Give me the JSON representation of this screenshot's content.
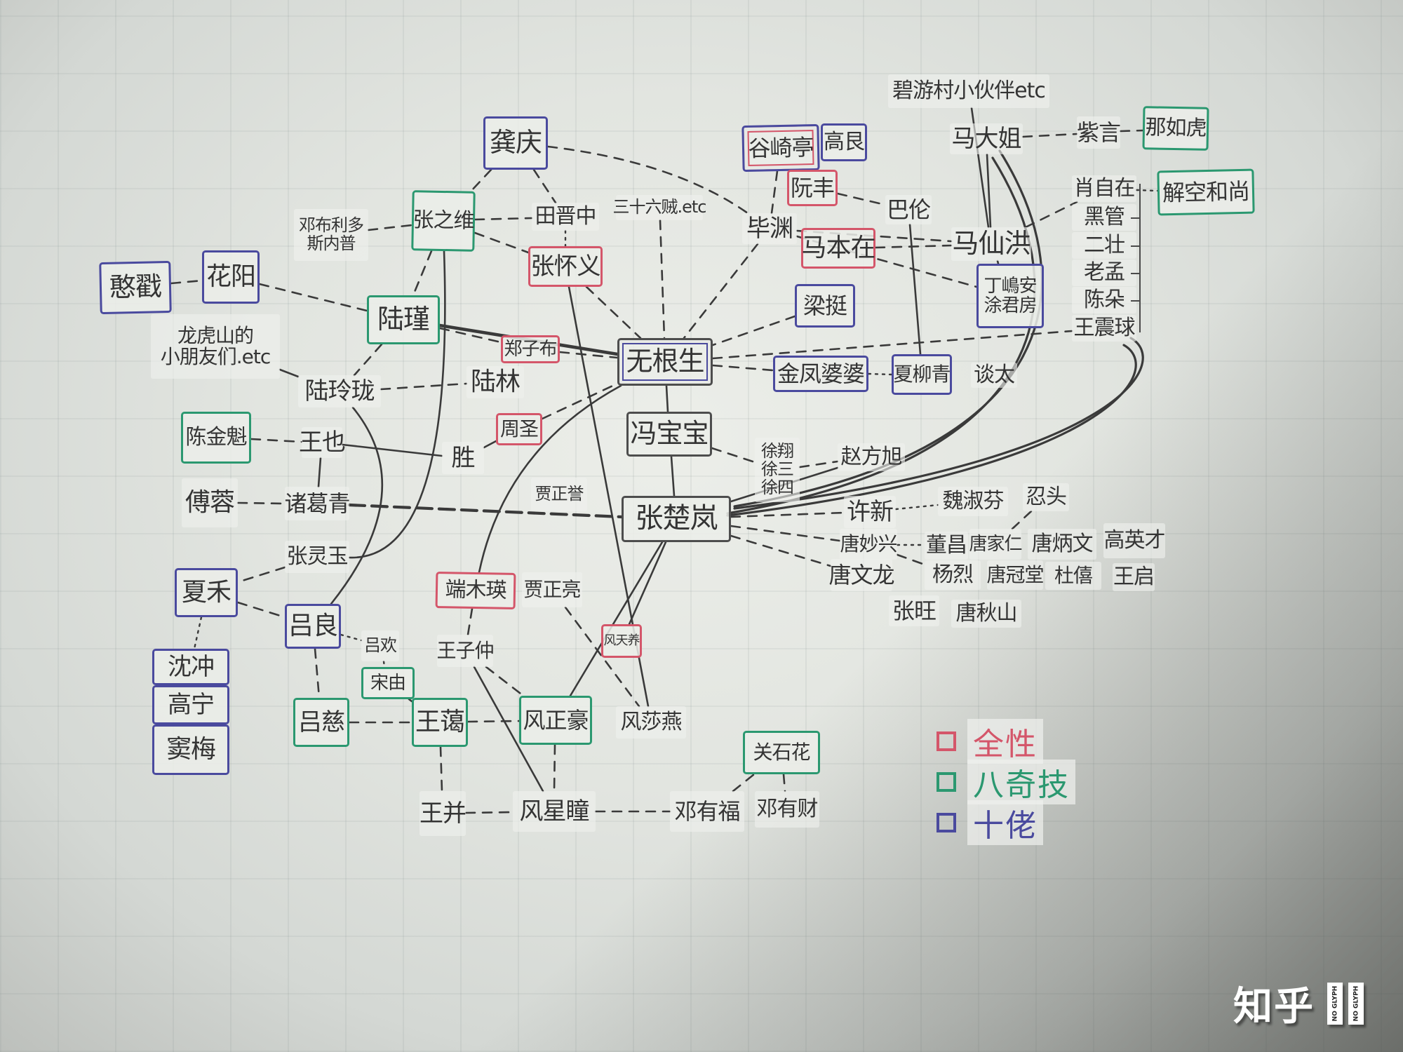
{
  "diagram": {
    "nodes": {
      "biyou": "碧游村小伙伴etc",
      "madajie": "马大姐",
      "ziyan": "紫言",
      "naruhu": "那如虎",
      "jiekong": "解空和尚",
      "xiaozizai": "肖自在",
      "heiguan": "黑管",
      "erzhuang": "二壮",
      "laomeng": "老孟",
      "chenduo": "陈朵",
      "wangzhenqiu": "王震球",
      "maxianhong": "马仙洪",
      "dingdaoan": [
        "丁嶋安",
        "涂君房"
      ],
      "balun": "巴伦",
      "ruanfeng": "阮丰",
      "guqiting": "谷崎亭",
      "gaogen": "高艮",
      "biyuan": "毕渊",
      "mabenzai": "马本在",
      "liangting": "梁挺",
      "jinfengpopo": "金凤婆婆",
      "xialiuqing": "夏柳青",
      "tantai": "谈太",
      "sanshiliuzei": "三十六贼.etc",
      "tianjinzhong": "田晋中",
      "gongqing": "龚庆",
      "zhangzhiwei": "张之维",
      "dengbuliduo": [
        "邓布利多",
        "斯内普"
      ],
      "hanchuo": "憨戳",
      "huayang": "花阳",
      "zhanghuaiyi": "张怀义",
      "lujin": "陆瑾",
      "longhushan": [
        "龙虎山的",
        "小朋友们.etc"
      ],
      "zhengzibu": "郑子布",
      "wugensheng": "无根生",
      "lulinglong": "陆玲珑",
      "lulin": "陆林",
      "chenjinkui": "陈金魁",
      "wangye": "王也",
      "zhousheng": "周圣",
      "sheng": "胜",
      "fengbaobao": "冯宝宝",
      "xu": [
        "徐翔",
        "徐三",
        "徐四"
      ],
      "zhaofangxu": "赵方旭",
      "furong": "傅蓉",
      "zhugeqing": "诸葛青",
      "jiazhengyu": "贾正誉",
      "zhangchulan": "张楚岚",
      "xuxin": "许新",
      "weishufen": "魏淑芬",
      "rentou": "忍头",
      "tangmiaoxing": "唐妙兴",
      "dongchang": "董昌",
      "tangjiaren": "唐家仁",
      "tangbingwen": "唐炳文",
      "gaoyingcai": "高英才",
      "tangwenlong": "唐文龙",
      "yanglie": "杨烈",
      "tangguantang": "唐冠堂",
      "duxi": "杜僖",
      "wangqi": "王启",
      "zhangwang": "张旺",
      "tangqiushan": "唐秋山",
      "zhanglingyu": "张灵玉",
      "xiahe": "夏禾",
      "lvliang": "吕良",
      "lvhuan": "吕欢",
      "songyou": "宋由",
      "shenchong": "沈冲",
      "gaoning": "高宁",
      "doumei": "窦梅",
      "lvci": "吕慈",
      "wangai": "王蔼",
      "duanmuying": "端木瑛",
      "jiazhengliang": "贾正亮",
      "fengtianyang": "风天养",
      "wangzizhong": "王子仲",
      "fengzhenghao": "风正豪",
      "fengshayan": "风莎燕",
      "guanshihua": "关石花",
      "wangbing": "王并",
      "fengxingtong": "风星瞳",
      "dengyoufu": "邓有福",
      "dengyoucai": "邓有财"
    },
    "edges": [
      {
        "from": "lujin",
        "to": "wugensheng",
        "style": "thick"
      },
      {
        "from": "zhangzhiwei",
        "to": "zhanglingyu",
        "style": "solid",
        "via": [
          [
            648,
            800
          ]
        ]
      },
      {
        "from": "wangye",
        "to": "sheng",
        "style": "solid"
      },
      {
        "from": "sheng",
        "to": "zhousheng",
        "style": "solid"
      },
      {
        "from": "zhanghuaiyi",
        "to": "fengshayan",
        "style": "solid"
      },
      {
        "from": "wugensheng",
        "to": "fengbaobao",
        "style": "solid"
      },
      {
        "from": "fengbaobao",
        "to": "zhangchulan",
        "style": "solid"
      },
      {
        "from": "zhangchulan",
        "to": "madajie",
        "style": "double",
        "via": [
          [
            1500,
            650
          ],
          [
            1545,
            420
          ]
        ]
      },
      {
        "from": "zhangchulan",
        "to": "wangzhenqiu",
        "style": "double",
        "via": [
          [
            1600,
            660
          ],
          [
            1665,
            520
          ]
        ]
      },
      {
        "from": "zhangchulan",
        "to": "zhaofangxu",
        "style": "solid"
      },
      {
        "from": "madajie",
        "to": "maxianhong",
        "style": "solid"
      },
      {
        "from": "biyou",
        "to": "maxianhong",
        "style": "solid"
      },
      {
        "from": "balun",
        "to": "xialiuqing",
        "style": "solid"
      },
      {
        "from": "duanmuying",
        "to": "wugensheng",
        "style": "solid",
        "via": [
          [
            720,
            640
          ]
        ]
      },
      {
        "from": "wangzizhong",
        "to": "fengxingtong",
        "style": "solid"
      },
      {
        "from": "fengzhenghao",
        "to": "zhangchulan",
        "style": "solid"
      },
      {
        "from": "fengtianyang",
        "to": "zhangchulan",
        "style": "solid"
      },
      {
        "from": "wangye",
        "to": "zhugeqing",
        "style": "solid"
      },
      {
        "from": "longhushan",
        "to": "lulinglong",
        "style": "solid"
      },
      {
        "from": "lulinglong",
        "to": "lvliang",
        "style": "solid",
        "via": [
          [
            600,
            700
          ]
        ]
      },
      {
        "from": "zhugeqing",
        "to": "zhangchulan",
        "style": "thickdash"
      },
      {
        "from": "hanchuo",
        "to": "huayang",
        "style": "dashed"
      },
      {
        "from": "huayang",
        "to": "lujin",
        "style": "dashed"
      },
      {
        "from": "dengbuliduo",
        "to": "zhangzhiwei",
        "style": "dashed"
      },
      {
        "from": "zhangzhiwei",
        "to": "tianjinzhong",
        "style": "dashed"
      },
      {
        "from": "zhangzhiwei",
        "to": "lujin",
        "style": "dashed"
      },
      {
        "from": "zhangzhiwei",
        "to": "zhanghuaiyi",
        "style": "dashed"
      },
      {
        "from": "gongqing",
        "to": "zhangzhiwei",
        "style": "dashed"
      },
      {
        "from": "gongqing",
        "to": "tianjinzhong",
        "style": "dashed"
      },
      {
        "from": "gongqing",
        "to": "biyuan",
        "style": "dashed",
        "via": [
          [
            960,
            230
          ]
        ]
      },
      {
        "from": "tianjinzhong",
        "to": "zhanghuaiyi",
        "style": "dotted"
      },
      {
        "from": "zhanghuaiyi",
        "to": "wugensheng",
        "style": "dashed"
      },
      {
        "from": "sanshiliuzei",
        "to": "wugensheng",
        "style": "dashed"
      },
      {
        "from": "biyuan",
        "to": "wugensheng",
        "style": "dashed"
      },
      {
        "from": "guqiting",
        "to": "biyuan",
        "style": "dashed"
      },
      {
        "from": "ruanfeng",
        "to": "balun",
        "style": "dashed"
      },
      {
        "from": "biyuan",
        "to": "maxianhong",
        "style": "dashed"
      },
      {
        "from": "biyuan",
        "to": "dingdaoan",
        "style": "dashed"
      },
      {
        "from": "mabenzai",
        "to": "maxianhong",
        "style": "dashed"
      },
      {
        "from": "maxianhong",
        "to": "xiaozizai",
        "style": "dashed"
      },
      {
        "from": "maxianhong",
        "to": "dingdaoan",
        "style": "dashed"
      },
      {
        "from": "liangting",
        "to": "wugensheng",
        "style": "dashed"
      },
      {
        "from": "madajie",
        "to": "ziyan",
        "style": "dashed"
      },
      {
        "from": "ziyan",
        "to": "naruhu",
        "style": "dashed"
      },
      {
        "from": "xiaozizai",
        "to": "jiekong",
        "style": "dotted"
      },
      {
        "from": "wugensheng",
        "to": "jinfengpopo",
        "style": "dashed"
      },
      {
        "from": "jinfengpopo",
        "to": "xialiuqing",
        "style": "dotted"
      },
      {
        "from": "wugensheng",
        "to": "wangzhenqiu",
        "style": "dashed"
      },
      {
        "from": "zhengzibu",
        "to": "wugensheng",
        "style": "dashed"
      },
      {
        "from": "lujin",
        "to": "zhengzibu",
        "style": "dashed"
      },
      {
        "from": "lujin",
        "to": "lulinglong",
        "style": "dashed"
      },
      {
        "from": "lulinglong",
        "to": "lulin",
        "style": "dashed"
      },
      {
        "from": "zhousheng",
        "to": "wugensheng",
        "style": "dashed"
      },
      {
        "from": "chenjinkui",
        "to": "wangye",
        "style": "dashed"
      },
      {
        "from": "furong",
        "to": "zhugeqing",
        "style": "dashed"
      },
      {
        "from": "zhanglingyu",
        "to": "xiahe",
        "style": "dashed"
      },
      {
        "from": "xiahe",
        "to": "lvliang",
        "style": "dashed"
      },
      {
        "from": "xiahe",
        "to": "shenchong",
        "style": "dotted"
      },
      {
        "from": "lvliang",
        "to": "lvhuan",
        "style": "dotted"
      },
      {
        "from": "lvliang",
        "to": "lvci",
        "style": "dashed"
      },
      {
        "from": "lvhuan",
        "to": "songyou",
        "style": "dotted"
      },
      {
        "from": "lvci",
        "to": "wangai",
        "style": "dashed"
      },
      {
        "from": "songyou",
        "to": "wangai",
        "style": "dashed"
      },
      {
        "from": "wangai",
        "to": "fengzhenghao",
        "style": "dashed"
      },
      {
        "from": "duanmuying",
        "to": "wangzizhong",
        "style": "dashed"
      },
      {
        "from": "wangzizhong",
        "to": "fengzhenghao",
        "style": "dashed"
      },
      {
        "from": "jiazhengliang",
        "to": "fengshayan",
        "style": "dashed"
      },
      {
        "from": "wangai",
        "to": "wangbing",
        "style": "dashed"
      },
      {
        "from": "wangbing",
        "to": "fengxingtong",
        "style": "dashed"
      },
      {
        "from": "fengzhenghao",
        "to": "fengxingtong",
        "style": "dashed"
      },
      {
        "from": "fengxingtong",
        "to": "dengyoufu",
        "style": "dashed"
      },
      {
        "from": "dengyoufu",
        "to": "guanshihua",
        "style": "dashed"
      },
      {
        "from": "guanshihua",
        "to": "dengyoucai",
        "style": "dashed"
      },
      {
        "from": "fengbaobao",
        "to": "xu",
        "style": "dashed"
      },
      {
        "from": "xu",
        "to": "zhaofangxu",
        "style": "dashed"
      },
      {
        "from": "zhangchulan",
        "to": "xuxin",
        "style": "dashed"
      },
      {
        "from": "zhangchulan",
        "to": "tangmiaoxing",
        "style": "dashed"
      },
      {
        "from": "zhangchulan",
        "to": "tangwenlong",
        "style": "dashed"
      },
      {
        "from": "xuxin",
        "to": "weishufen",
        "style": "dotted"
      },
      {
        "from": "tangmiaoxing",
        "to": "dongchang",
        "style": "dotted"
      },
      {
        "from": "tangmiaoxing",
        "to": "yanglie",
        "style": "dashed"
      },
      {
        "from": "rentou",
        "to": "tangjiaren",
        "style": "dashed"
      }
    ]
  },
  "legend": {
    "items": [
      {
        "symbol": "口",
        "label": "全性",
        "color": "#d4566a"
      },
      {
        "symbol": "口",
        "label": "八奇技",
        "color": "#2b9870"
      },
      {
        "symbol": "口",
        "label": "十佬",
        "color": "#4a4a9e"
      }
    ]
  },
  "watermark": {
    "text": "知乎",
    "badges": [
      "NO GLYPH",
      "NO GLYPH"
    ]
  },
  "colors": {
    "quanxing_red": "#d4566a",
    "baqiji_green": "#2b9870",
    "shilao_purple": "#4a4a9e",
    "ink": "#343434",
    "paper": "#e2e5e0"
  }
}
